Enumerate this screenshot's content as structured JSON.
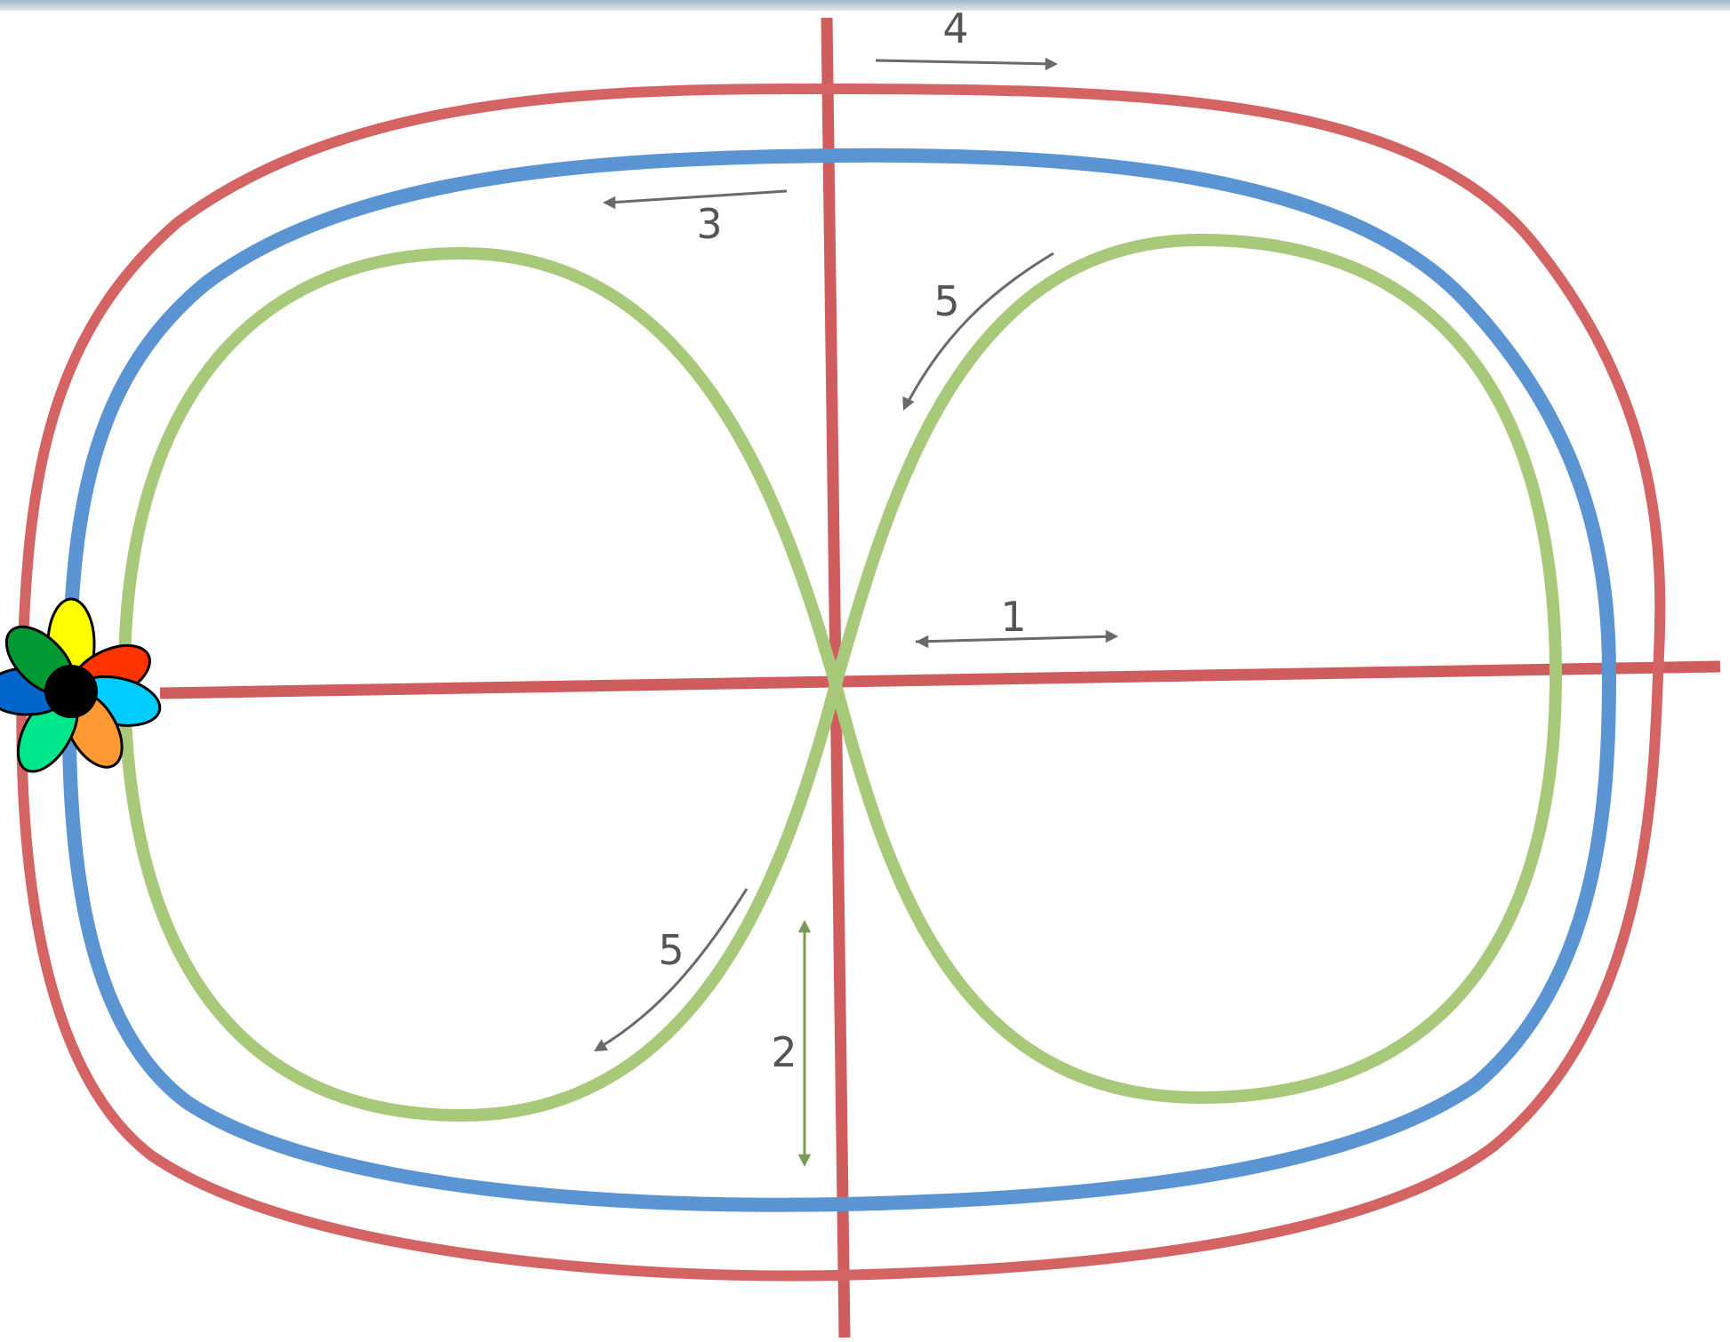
{
  "colors": {
    "axis": "#cf5d5d",
    "outer_loop": "#d46464",
    "middle_loop": "#5b94d2",
    "figure_eight": "#a9c97a",
    "arrow_ink": "#6a6a6a",
    "arrow_green": "#7a9a5a"
  },
  "labels": {
    "path_1": "1",
    "path_2": "2",
    "path_3": "3",
    "path_4": "4",
    "path_5_upper": "5",
    "path_5_lower": "5"
  },
  "flower": {
    "petal_colors": [
      "#ffff00",
      "#ff3300",
      "#00ccff",
      "#ff9933",
      "#00e68a",
      "#0066cc",
      "#009933"
    ],
    "center_color": "#000000"
  },
  "icons": {
    "flower": "flower-icon"
  }
}
